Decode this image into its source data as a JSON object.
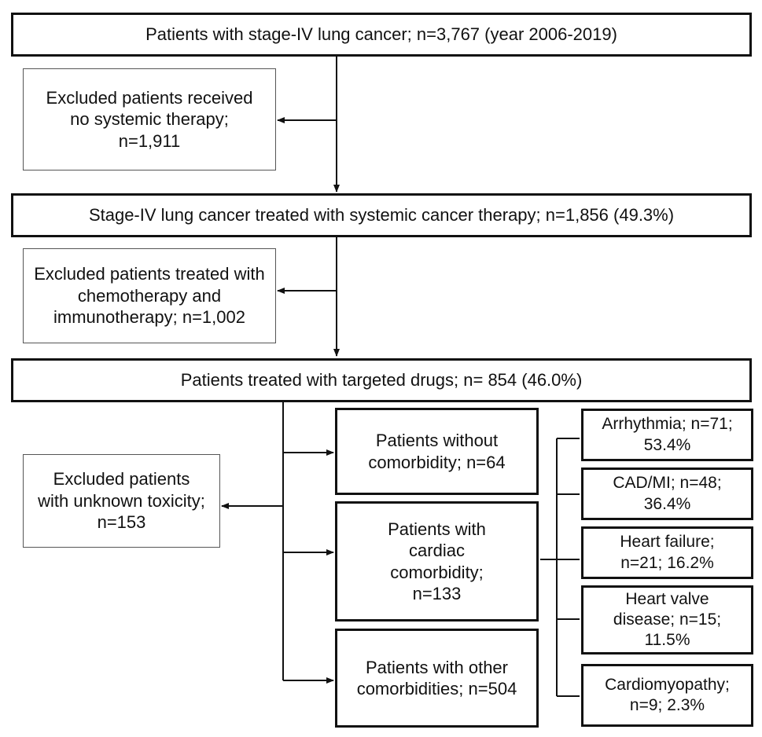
{
  "flowchart": {
    "total": "Patients with stage-IV lung cancer; n=3,767 (year 2006-2019)",
    "excluded_no_therapy": "Excluded patients received no systemic therapy; n=1,911",
    "systemic_therapy": "Stage-IV lung cancer treated with systemic cancer therapy; n=1,856 (49.3%)",
    "excluded_chemo_immuno": "Excluded patients treated with chemotherapy and immunotherapy; n=1,002",
    "targeted_drugs": "Patients treated with targeted drugs; n= 854 (46.0%)",
    "excluded_unknown_toxicity": "Excluded patients with unknown toxicity; n=153",
    "without_comorbidity": "Patients without comorbidity; n=64",
    "cardiac_comorbidity": "Patients with cardiac comorbidity; n=133",
    "other_comorbidities": "Patients with other comorbidities; n=504",
    "arrhythmia": "Arrhythmia; n=71; 53.4%",
    "cad_mi": "CAD/MI; n=48; 36.4%",
    "heart_failure": "Heart failure; n=21; 16.2%",
    "heart_valve": "Heart valve disease; n=15; 11.5%",
    "cardiomyopathy": "Cardiomyopathy; n=9; 2.3%"
  }
}
